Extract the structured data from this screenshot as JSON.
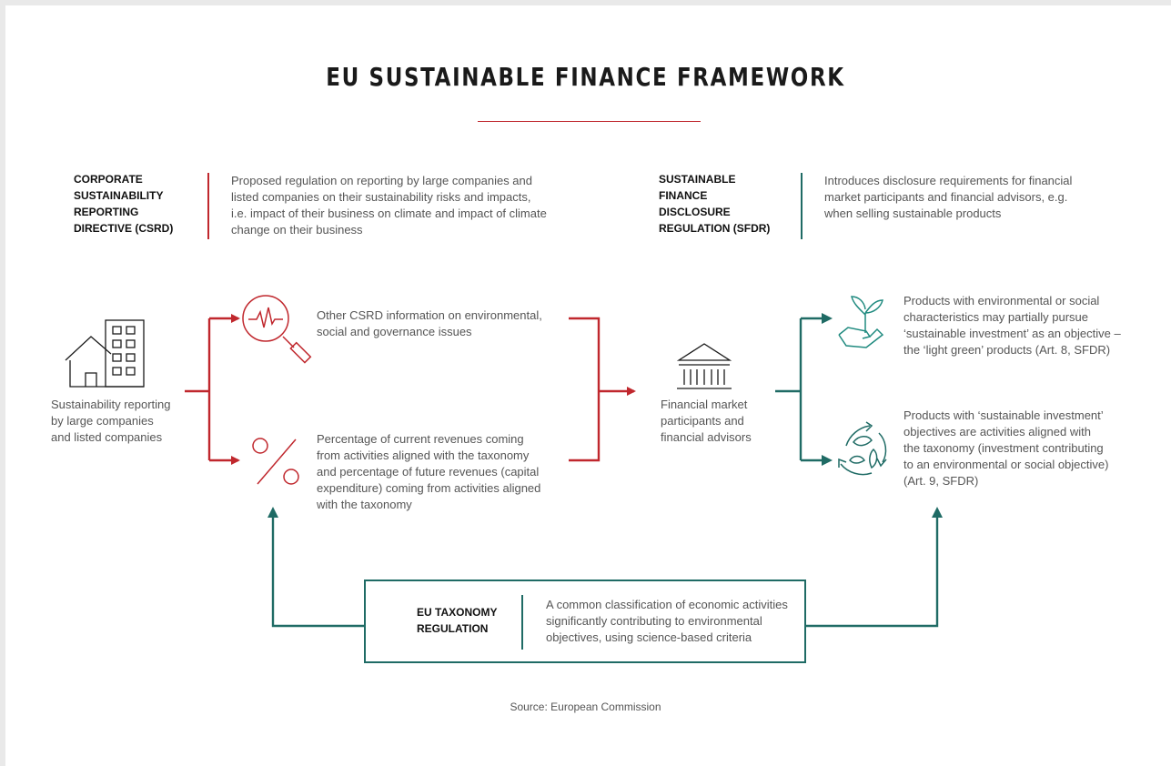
{
  "title": "EU SUSTAINABLE FINANCE FRAMEWORK",
  "csrd": {
    "heading": [
      "CORPORATE",
      "SUSTAINABILITY",
      "REPORTING",
      "DIRECTIVE (CSRD)"
    ],
    "description": [
      "Proposed regulation on reporting by large companies and",
      "listed companies on their sustainability risks and impacts,",
      "i.e. impact of their business on climate and impact of climate",
      "change on their business"
    ]
  },
  "sfdr": {
    "heading": [
      "SUSTAINABLE",
      "FINANCE",
      "DISCLOSURE",
      "REGULATION (SFDR)"
    ],
    "description": [
      "Introduces disclosure requirements for financial",
      "market participants and financial advisors, e.g.",
      "when selling sustainable products"
    ]
  },
  "companies": {
    "label": [
      "Sustainability reporting",
      "by large companies",
      "and listed companies"
    ],
    "icon": "buildings-icon"
  },
  "other_info": {
    "label": [
      "Other CSRD information on environmental,",
      "social and governance issues"
    ],
    "icon": "magnifier-pulse-icon"
  },
  "revenues": {
    "label": [
      "Percentage of current revenues coming",
      "from activities aligned with the taxonomy",
      "and percentage of future revenues (capital",
      "expenditure) coming from activities aligned",
      "with the taxonomy"
    ],
    "icon": "percent-icon"
  },
  "fmp": {
    "label": [
      "Financial market",
      "participants and",
      "financial advisors"
    ],
    "icon": "bank-icon"
  },
  "art8": {
    "label": [
      "Products with environmental or social",
      "characteristics may partially pursue",
      "‘sustainable investment’ as an objective –",
      "the ‘light green’ products (Art. 8, SFDR)"
    ],
    "icon": "hand-plant-icon"
  },
  "art9": {
    "label": [
      "Products with ‘sustainable investment’",
      "objectives are activities aligned with",
      "the taxonomy (investment contributing",
      "to an environmental or social objective)",
      "(Art. 9, SFDR)"
    ],
    "icon": "recycle-leaf-icon"
  },
  "taxonomy": {
    "heading": [
      "EU TAXONOMY",
      "REGULATION"
    ],
    "description": [
      "A common classification of economic activities",
      "significantly contributing to environmental",
      "objectives, using science-based criteria"
    ]
  },
  "source": "Source: European Commission",
  "colors": {
    "red": "#c0272d",
    "teal": "#1f6b65",
    "text": "#555555"
  }
}
